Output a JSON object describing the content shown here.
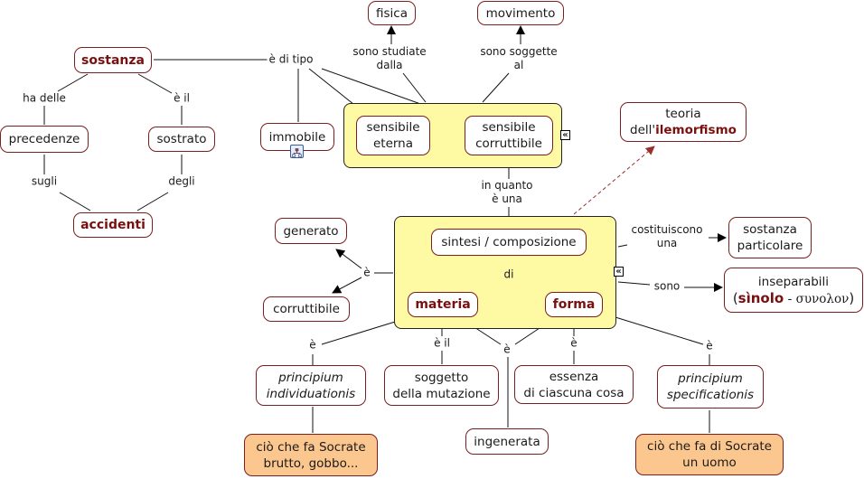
{
  "concepts": {
    "sostanza": "sostanza",
    "precedenze": "precedenze",
    "sostrato": "sostrato",
    "accidenti": "accidenti",
    "immobile": "immobile",
    "fisica": "fisica",
    "movimento": "movimento",
    "sensibile_eterna": [
      "sensibile",
      "eterna"
    ],
    "sensibile_corruttibile": [
      "sensibile",
      "corruttibile"
    ],
    "teoria": {
      "line1": "teoria",
      "prefix": "dell'",
      "highlight": "ilemorfismo"
    },
    "generato": "generato",
    "corruttibile": "corruttibile",
    "sintesi": "sintesi / composizione",
    "materia": "materia",
    "forma": "forma",
    "sostanza_particolare": [
      "sostanza",
      "particolare"
    ],
    "inseparabili": {
      "line1": "inseparabili",
      "open": "(",
      "highlight": "sìnolo",
      "sep": " - ",
      "greek": "συνολον",
      "close": ")"
    },
    "principium_individuationis": [
      "principium",
      "individuationis"
    ],
    "soggetto": [
      "soggetto",
      "della mutazione"
    ],
    "essenza": [
      "essenza",
      "di ciascuna cosa"
    ],
    "principium_specificationis": [
      "principium",
      "specificationis"
    ],
    "ingenerata": "ingenerata",
    "socrate_brutto": [
      "ciò che fa Socrate",
      "brutto, gobbo..."
    ],
    "socrate_uomo": [
      "ciò che fa di Socrate",
      "un uomo"
    ]
  },
  "links": {
    "ha_delle": "ha delle",
    "e_il_1": "è il",
    "sugli": "sugli",
    "degli": "degli",
    "e_di_tipo": "è di tipo",
    "sono_studiate": [
      "sono studiate",
      "dalla"
    ],
    "sono_soggette": [
      "sono soggette",
      "al"
    ],
    "in_quanto": [
      "in quanto",
      "è una"
    ],
    "e_gen": "è",
    "di": "di",
    "costituiscono": [
      "costituiscono",
      "una"
    ],
    "sono": "sono",
    "e_materia": "è",
    "e_il_2": "è il",
    "e_center": "è",
    "e_forma": "è",
    "e_spec": "è"
  },
  "icons": {
    "collapse": "«",
    "submap": "submap-icon"
  },
  "colors": {
    "node_border": "#7a1f1f",
    "highlight_text": "#7a0f0f",
    "group_fill": "#fefaa4",
    "example_fill": "#fcc78e",
    "dashed_link": "#9b2d2d"
  }
}
